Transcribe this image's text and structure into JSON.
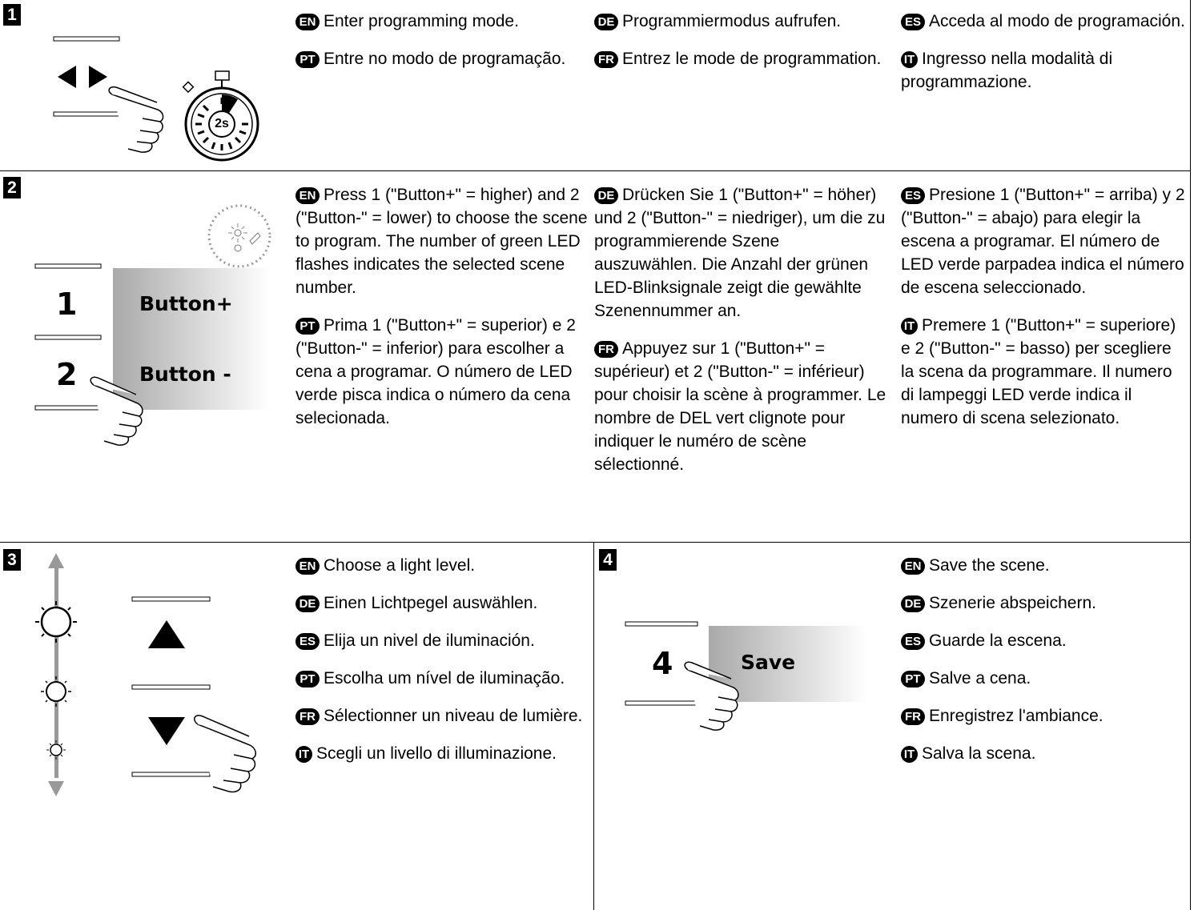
{
  "steps": [
    {
      "number": "1",
      "illustration": {
        "icons": [
          "arrow-left-right-icon",
          "pointing-hand-icon",
          "stopwatch-icon"
        ],
        "timer_label": "2s"
      },
      "columns": [
        [
          {
            "lang": "EN",
            "text": "Enter programming mode."
          },
          {
            "lang": "PT",
            "text": "Entre no modo de programação."
          }
        ],
        [
          {
            "lang": "DE",
            "text": "Programmiermodus aufrufen."
          },
          {
            "lang": "FR",
            "text": "Entrez le mode de programmation."
          }
        ],
        [
          {
            "lang": "ES",
            "text": "Acceda al modo de programación."
          },
          {
            "lang": "IT",
            "text": "Ingresso nella modalità di programmazione."
          }
        ]
      ]
    },
    {
      "number": "2",
      "illustration": {
        "icons": [
          "led-flash-icon",
          "pointing-hand-icon"
        ],
        "buttons": [
          {
            "number": "1",
            "label": "Button+"
          },
          {
            "number": "2",
            "label": "Button -"
          }
        ]
      },
      "columns": [
        [
          {
            "lang": "EN",
            "text": "Press 1 (\"Button+\" = higher) and 2 (\"Button-\" = lower) to choose the scene to program. The number of green LED flashes indicates the selected scene number."
          },
          {
            "lang": "PT",
            "text": "Prima 1 (\"Button+\" = superior) e 2 (\"Button-\" = inferior) para escolher a cena a programar. O número de LED verde pisca indica o número da cena selecionada."
          }
        ],
        [
          {
            "lang": "DE",
            "text": "Drücken Sie 1 (\"Button+\" = höher) und 2 (\"Button-\" = niedriger), um die zu programmierende Szene auszuwählen. Die Anzahl der grünen LED-Blinksignale zeigt die gewählte Szenennummer an."
          },
          {
            "lang": "FR",
            "text": "Appuyez sur 1 (\"Button+\" = supérieur) et 2 (\"Button-\" = inférieur) pour choisir la scène à programmer. Le nombre de DEL vert clignote pour indiquer le numéro de scène sélectionné."
          }
        ],
        [
          {
            "lang": "ES",
            "text": "Presione 1 (\"Button+\" = arriba) y 2 (\"Button-\" = abajo) para elegir la escena a programar. El número de LED verde parpadea indica el número de escena seleccionado."
          },
          {
            "lang": "IT",
            "text": "Premere 1 (\"Button+\" = superiore) e 2 (\"Button-\" = basso) per scegliere la scena da programmare. Il numero di lampeggi LED verde indica il numero di scena selezionato."
          }
        ]
      ]
    },
    {
      "number": "3",
      "illustration": {
        "icons": [
          "brightness-scale-icon",
          "up-triangle-icon",
          "down-triangle-icon",
          "pointing-hand-icon"
        ]
      },
      "columns": [
        [
          {
            "lang": "EN",
            "text": "Choose a light level."
          },
          {
            "lang": "DE",
            "text": "Einen Lichtpegel auswählen."
          },
          {
            "lang": "ES",
            "text": "Elija un nivel de iluminación."
          },
          {
            "lang": "PT",
            "text": "Escolha um nível de iluminação."
          },
          {
            "lang": "FR",
            "text": "Sélectionner un niveau de lumière."
          },
          {
            "lang": "IT",
            "text": "Scegli un livello di illuminazione."
          }
        ]
      ]
    },
    {
      "number": "4",
      "illustration": {
        "icons": [
          "pointing-hand-icon"
        ],
        "buttons": [
          {
            "number": "4",
            "label": "Save"
          }
        ]
      },
      "columns": [
        [
          {
            "lang": "EN",
            "text": "Save the scene."
          },
          {
            "lang": "DE",
            "text": "Szenerie abspeichern."
          },
          {
            "lang": "ES",
            "text": "Guarde la escena."
          },
          {
            "lang": "PT",
            "text": "Salve a cena."
          },
          {
            "lang": "FR",
            "text": "Enregistrez l'ambiance."
          },
          {
            "lang": "IT",
            "text": "Salva la scena."
          }
        ]
      ]
    }
  ]
}
